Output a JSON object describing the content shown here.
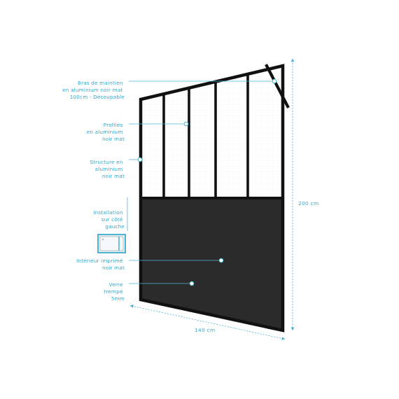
{
  "labels": {
    "arm": [
      "Bras de maintien",
      "en aluminium noir mat",
      "100cm - Découpable"
    ],
    "profiles": [
      "Profilés",
      "en aluminium",
      "noir mat"
    ],
    "structure": [
      "Structure en",
      "aluminium",
      "noir mat"
    ],
    "installation": [
      "Installation",
      "sur côté",
      "gauche"
    ],
    "interior": [
      "Intérieur imprimé",
      "noir mat"
    ],
    "glass": [
      "Verre",
      "trempé",
      "5mm"
    ]
  },
  "dimensions": {
    "height": "200 cm",
    "width": "140 cm"
  },
  "colors": {
    "accent": "#4cb4d2",
    "frame": "#111111",
    "panel": "#2a2a2a"
  },
  "icons": {
    "installation_thumbnail": "shower-panel-thumbnail-icon"
  }
}
